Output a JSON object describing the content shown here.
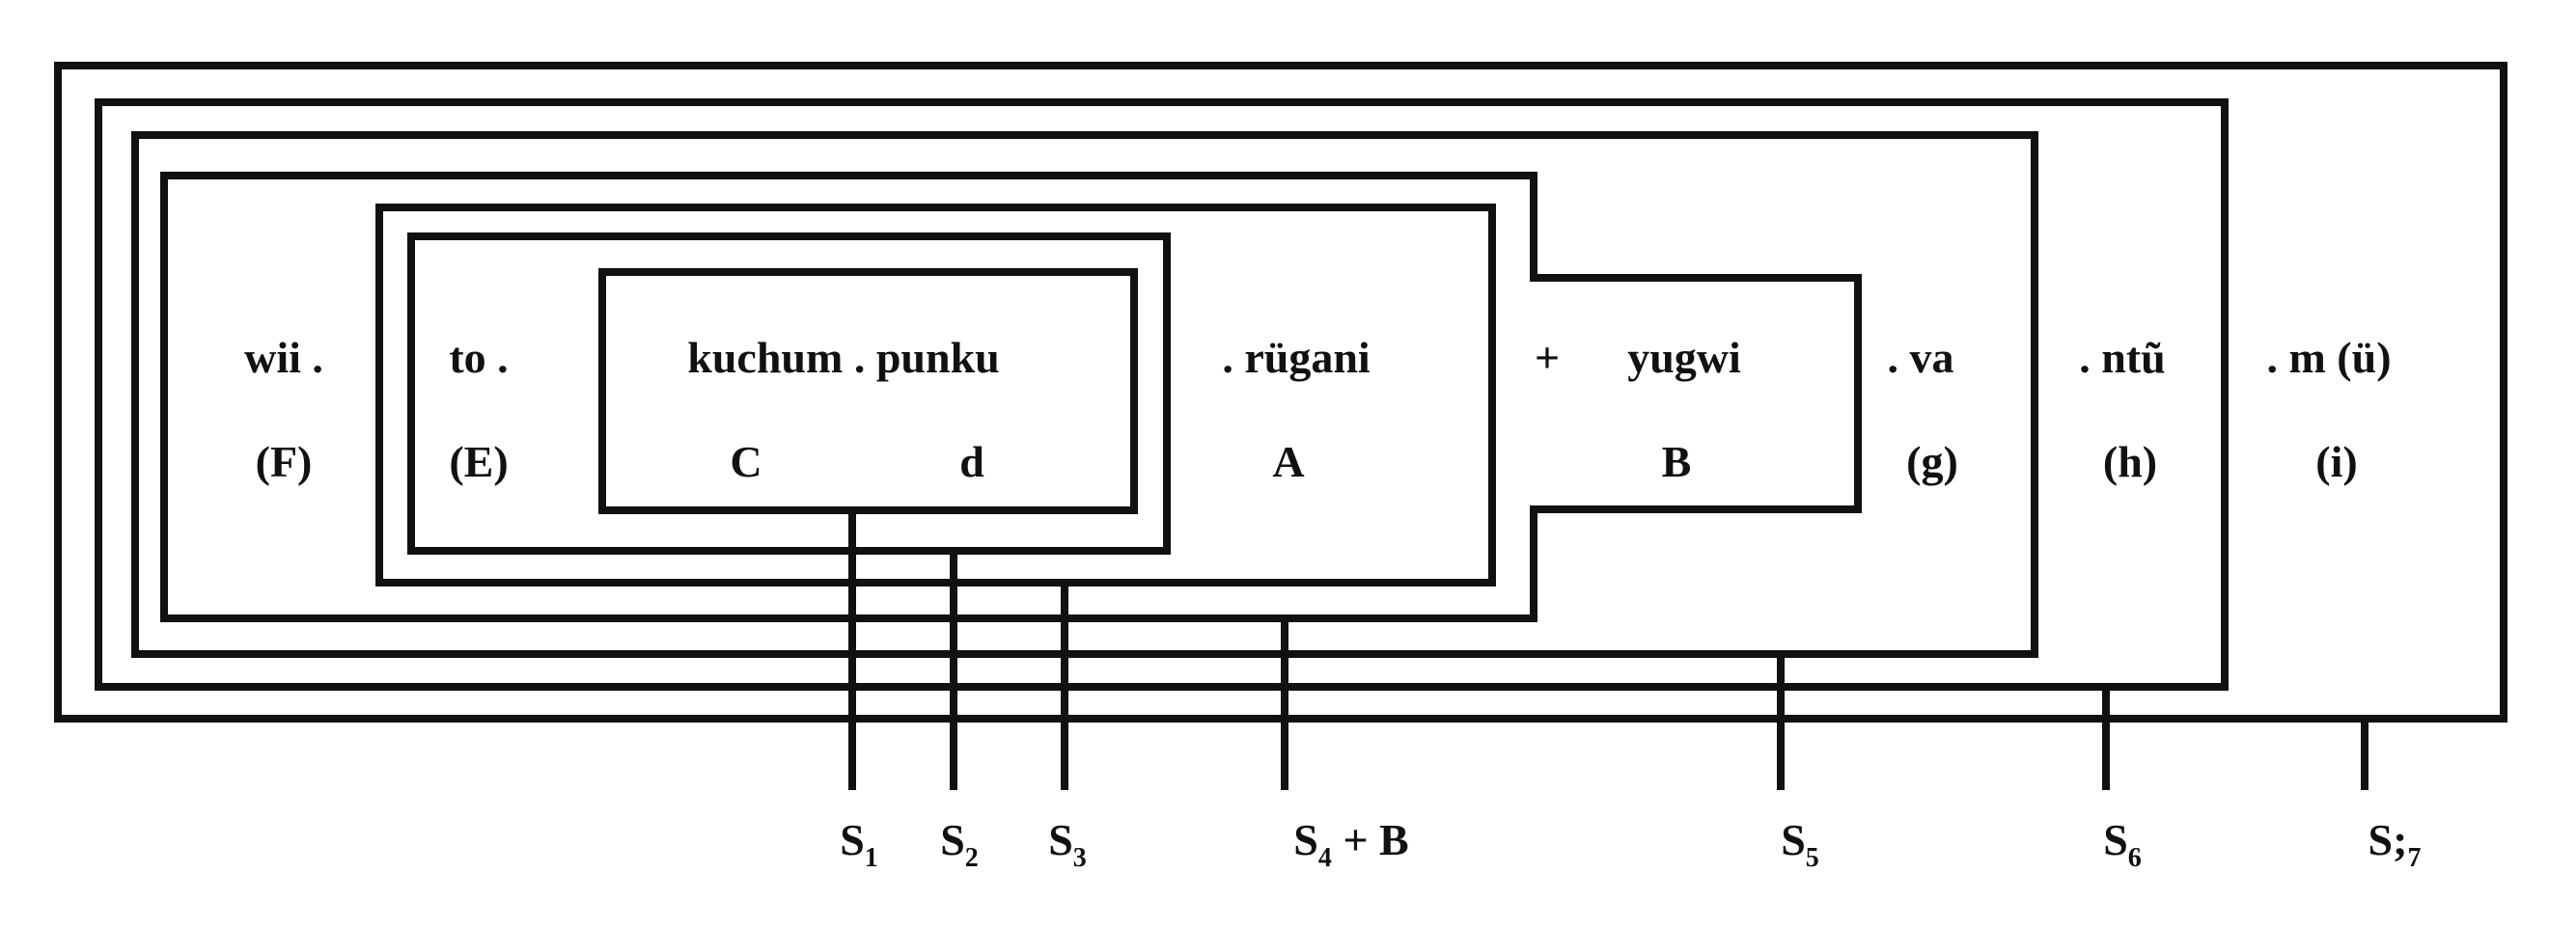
{
  "diagram": {
    "morphemes": [
      {
        "id": "F",
        "form": "wii .",
        "label": "(F)"
      },
      {
        "id": "E",
        "form": "to .",
        "label": "(E)"
      },
      {
        "id": "Cd",
        "form": "kuchum . punku",
        "label_c": "C",
        "label_d": "d"
      },
      {
        "id": "A",
        "form": ". rügani",
        "label": "A"
      },
      {
        "id": "plus",
        "form": "+"
      },
      {
        "id": "B",
        "form": "yugwi",
        "label": "B"
      },
      {
        "id": "g",
        "form": ". va",
        "label": "(g)"
      },
      {
        "id": "h",
        "form": ". ntũ",
        "label": "(h)"
      },
      {
        "id": "i",
        "form": ". m (ü)",
        "label": "(i)"
      }
    ],
    "stages": [
      {
        "base": "S",
        "sub": "1",
        "suffix": ""
      },
      {
        "base": "S",
        "sub": "2",
        "suffix": ""
      },
      {
        "base": "S",
        "sub": "3",
        "suffix": ""
      },
      {
        "base": "S",
        "sub": "4",
        "suffix": " + B"
      },
      {
        "base": "S",
        "sub": "5",
        "suffix": ""
      },
      {
        "base": "S",
        "sub": "6",
        "suffix": ""
      },
      {
        "base": "S;",
        "sub": "7",
        "suffix": ""
      }
    ]
  }
}
